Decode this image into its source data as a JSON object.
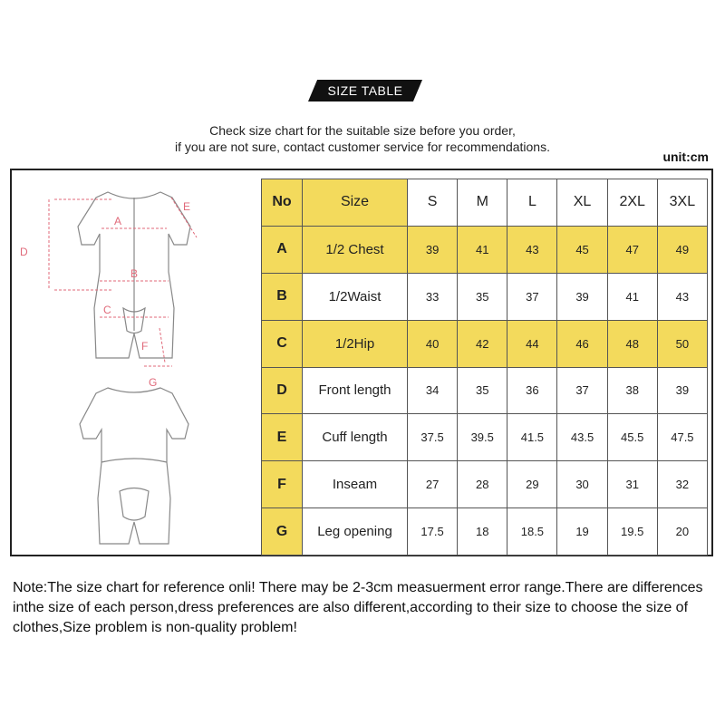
{
  "header": {
    "banner": "SIZE TABLE",
    "intro_line1": "Check size chart for the suitable size before you order,",
    "intro_line2": "if you are not sure, contact customer service for recommendations.",
    "unit": "unit:cm"
  },
  "diagram": {
    "labels": [
      "A",
      "B",
      "C",
      "D",
      "E",
      "F",
      "G"
    ],
    "line_color": "#e06a7a"
  },
  "table": {
    "header": [
      "No",
      "Size",
      "S",
      "M",
      "L",
      "XL",
      "2XL",
      "3XL"
    ],
    "rows": [
      {
        "no": "A",
        "size": "1/2 Chest",
        "values": [
          "39",
          "41",
          "43",
          "45",
          "47",
          "49"
        ]
      },
      {
        "no": "B",
        "size": "1/2Waist",
        "values": [
          "33",
          "35",
          "37",
          "39",
          "41",
          "43"
        ]
      },
      {
        "no": "C",
        "size": "1/2Hip",
        "values": [
          "40",
          "42",
          "44",
          "46",
          "48",
          "50"
        ]
      },
      {
        "no": "D",
        "size": "Front length",
        "values": [
          "34",
          "35",
          "36",
          "37",
          "38",
          "39"
        ]
      },
      {
        "no": "E",
        "size": "Cuff length",
        "values": [
          "37.5",
          "39.5",
          "41.5",
          "43.5",
          "45.5",
          "47.5"
        ]
      },
      {
        "no": "F",
        "size": "Inseam",
        "values": [
          "27",
          "28",
          "29",
          "30",
          "31",
          "32"
        ]
      },
      {
        "no": "G",
        "size": "Leg opening",
        "values": [
          "17.5",
          "18",
          "18.5",
          "19",
          "19.5",
          "20"
        ]
      }
    ],
    "highlight_color": "#f3da5c"
  },
  "note": {
    "text": "Note:The size chart for reference onli! There may be 2-3cm measuerment error range.There are differences inthe size of each person,dress preferences are also different,according to their size to choose the size of clothes,Size problem is non-quality problem!"
  }
}
